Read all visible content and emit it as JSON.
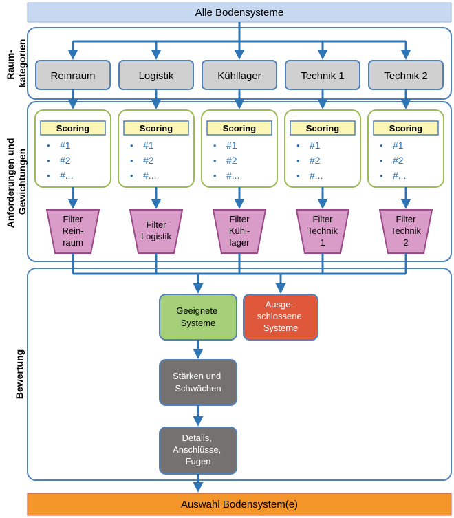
{
  "top_bar": {
    "label": "Alle Bodensysteme"
  },
  "bottom_bar": {
    "label": "Auswahl Bodensystem(e)"
  },
  "section_labels": {
    "raumkategorien": [
      "Raum-",
      "kategorien"
    ],
    "anforderungen": [
      "Anforderungen und",
      "Gewichtungen"
    ],
    "bewertung": [
      "Bewertung"
    ]
  },
  "categories": [
    {
      "label": "Reinraum",
      "scoring": "Scoring",
      "items": [
        "#1",
        "#2",
        "#..."
      ],
      "filter": [
        "Filter",
        "Rein-",
        "raum"
      ]
    },
    {
      "label": "Logistik",
      "scoring": "Scoring",
      "items": [
        "#1",
        "#2",
        "#..."
      ],
      "filter": [
        "Filter",
        "Logistik"
      ]
    },
    {
      "label": "Kühllager",
      "scoring": "Scoring",
      "items": [
        "#1",
        "#2",
        "#..."
      ],
      "filter": [
        "Filter",
        "Kühl-",
        "lager"
      ]
    },
    {
      "label": "Technik 1",
      "scoring": "Scoring",
      "items": [
        "#1",
        "#2",
        "#..."
      ],
      "filter": [
        "Filter",
        "Technik",
        "1"
      ]
    },
    {
      "label": "Technik 2",
      "scoring": "Scoring",
      "items": [
        "#1",
        "#2",
        "#..."
      ],
      "filter": [
        "Filter",
        "Technik",
        "2"
      ]
    }
  ],
  "bullet_symbol": "•",
  "results": {
    "suitable": [
      "Geeignete",
      "Systeme"
    ],
    "excluded": [
      "Ausge-",
      "schlossene",
      "Systeme"
    ]
  },
  "evaluation_steps": [
    [
      "Stärken und",
      "Schwächen"
    ],
    [
      "Details,",
      "Anschlüsse,",
      "Fugen"
    ]
  ],
  "colors": {
    "top_bar_fill": "#c6d9f1",
    "section_border": "#4f81bd",
    "category_fill": "#d0d0d0",
    "scoring_box_border": "#9bbb59",
    "scoring_label_fill": "#fbf5b6",
    "filter_fill": "#d99bc8",
    "filter_border": "#9c4a8b",
    "suitable_fill": "#a6cf7a",
    "excluded_fill": "#e0583c",
    "step_fill": "#767171",
    "bottom_bar_fill": "#f4962a",
    "arrow": "#2e75b6",
    "bullet_text": "#2e75b6"
  }
}
